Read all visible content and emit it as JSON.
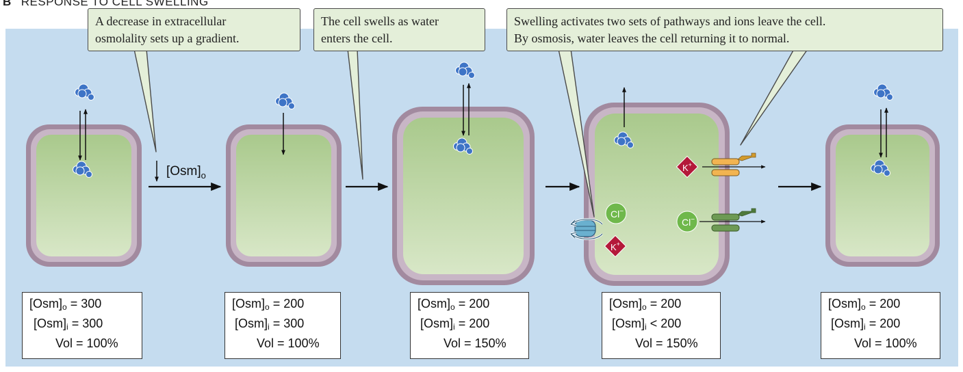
{
  "figure": {
    "panel_letter": "B",
    "title": "RESPONSE TO CELL SWELLING"
  },
  "callouts": [
    {
      "lines": [
        "A decrease in extracellular",
        "osmolality sets up a gradient."
      ]
    },
    {
      "lines": [
        "The cell swells as water",
        "enters the cell."
      ]
    },
    {
      "lines": [
        "Swelling activates two sets of pathways and ions leave the cell.",
        "By osmosis, water leaves the cell returning it to normal."
      ]
    }
  ],
  "first_arrow": {
    "label": "[Osm]",
    "sub": "o"
  },
  "stages": [
    {
      "osm_o": "300",
      "osm_i_op": "=",
      "osm_i": "300",
      "vol": "100%"
    },
    {
      "osm_o": "200",
      "osm_i_op": "=",
      "osm_i": "300",
      "vol": "100%"
    },
    {
      "osm_o": "200",
      "osm_i_op": "=",
      "osm_i": "200",
      "vol": "150%"
    },
    {
      "osm_o": "200",
      "osm_i_op": "<",
      "osm_i": "200",
      "vol": "150%"
    },
    {
      "osm_o": "200",
      "osm_i_op": "=",
      "osm_i": "200",
      "vol": "100%"
    }
  ],
  "box_labels": {
    "osm": "[Osm]",
    "sub_o": "o",
    "sub_i": "i",
    "vol": "Vol"
  },
  "ions": {
    "potassium": "K",
    "potassium_charge": "+",
    "chloride": "Cl",
    "chloride_charge": "−"
  },
  "colors": {
    "panel_bg": "#c5dcef",
    "cytoplasm": "#bcd6a3",
    "membrane": "#a28a9f",
    "water": "#3e74c6",
    "potassium": "#b4193a",
    "chloride": "#6fb84b",
    "callout_bg": "#e4efd9",
    "k_channel": "#f2b451",
    "cl_channel": "#6d9a54"
  },
  "icons": [
    "water-molecule-icon",
    "potassium-ion-icon",
    "chloride-ion-icon",
    "cotransporter-icon",
    "k-channel-icon",
    "cl-channel-icon"
  ]
}
